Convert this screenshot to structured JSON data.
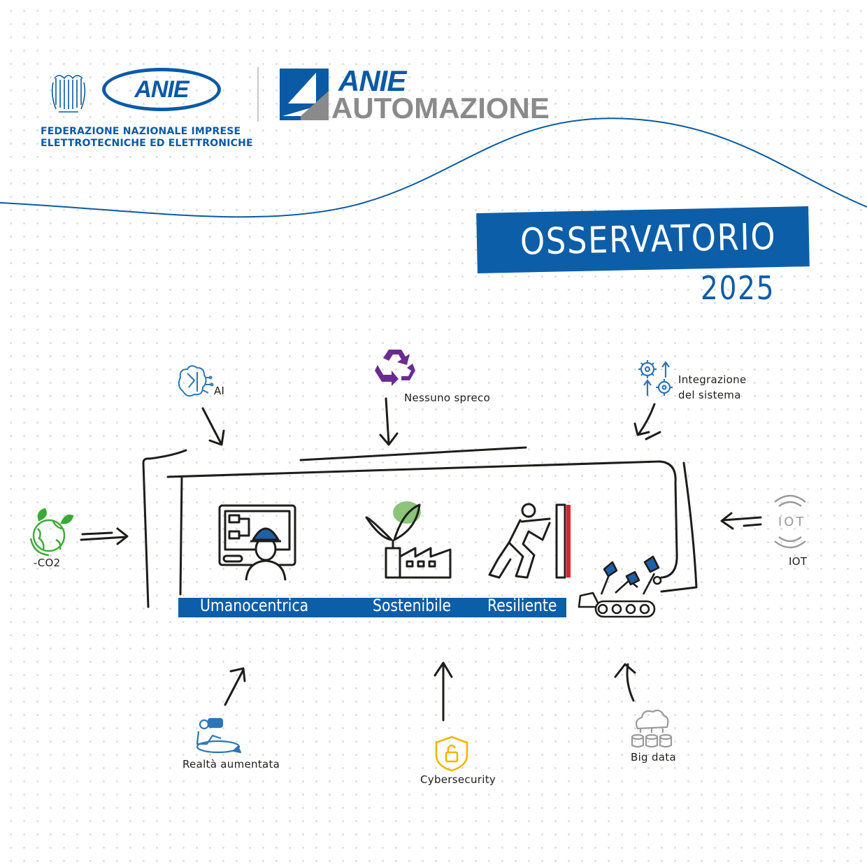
{
  "header": {
    "federation_logo_text": "ANIE",
    "federation_name": [
      "FEDERAZIONE  NAZIONALE  IMPRESE",
      "ELETTROTECNICHE ED ELETTRONICHE"
    ],
    "brand_logo_top": "ANIE",
    "brand_logo_bottom": "AUTOMAZIONE"
  },
  "title": {
    "banner": "OSSERVATORIO",
    "year": "2025"
  },
  "pillars": {
    "human": "Umanocentrica",
    "sustainable": "Sostenibile",
    "resilient": "Resiliente"
  },
  "drivers": {
    "ai": "AI",
    "no_waste": "Nessuno spreco",
    "integration_1": "Integrazione",
    "integration_2": "del sistema",
    "co2": "-CO2",
    "iot": "IOT",
    "iot_icon": "IOT",
    "ar": "Realtà aumentata",
    "cyber": "Cybersecurity",
    "bigdata": "Big data"
  },
  "colors": {
    "brand_blue": "#0a5aa5",
    "banner_blue": "#0d5ea8",
    "grey": "#8a8a8a",
    "ai_icon": "#2e75b6",
    "recycle_icon": "#6a2c91",
    "integration_icon": "#2e75b6",
    "co2_icon": "#3aaa35",
    "iot_icon": "#9a9a9a",
    "ar_icon": "#2e75b6",
    "cyber_icon": "#f4b400",
    "bigdata_icon": "#9a9a9a",
    "accent_red": "#d7262e",
    "leaf_green": "#8cc47a"
  },
  "icons": {
    "ai": "brain-circuit-icon",
    "no_waste": "recycle-icon",
    "integration": "gears-arrows-icon",
    "co2": "eco-globe-icon",
    "iot": "wireless-iot-icon",
    "ar": "vr-headset-icon",
    "cyber": "shield-lock-icon",
    "bigdata": "cloud-database-icon",
    "human": "engineer-control-panel-icon",
    "sustainable": "green-factory-icon",
    "resilient": "person-pushing-wall-icon",
    "robot": "robot-arm-tracks-icon"
  }
}
